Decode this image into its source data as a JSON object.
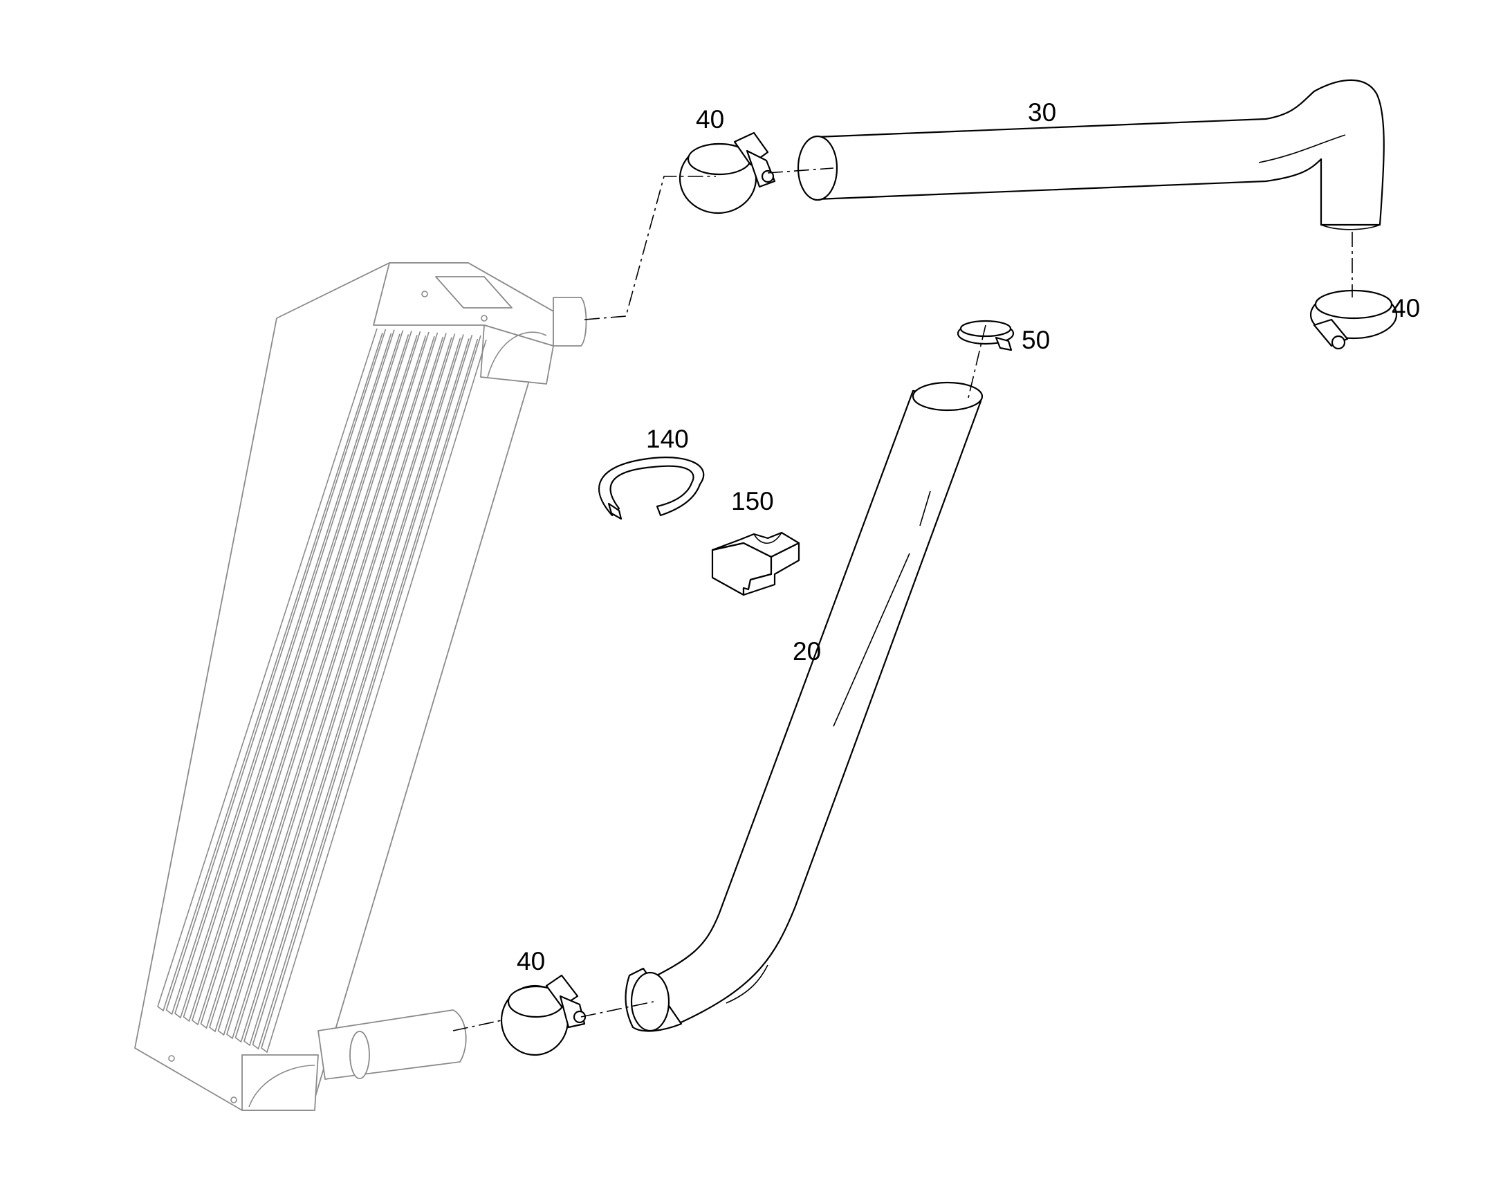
{
  "callouts": {
    "hose_upper": "30",
    "hose_lower": "20",
    "clamp_upper_left": "40",
    "clamp_upper_right": "40",
    "clamp_lower": "40",
    "small_clamp": "50",
    "strap": "140",
    "bracket_block": "150"
  },
  "colors": {
    "line": "#000000",
    "background_part": "#8a8a8a",
    "background": "#ffffff"
  }
}
